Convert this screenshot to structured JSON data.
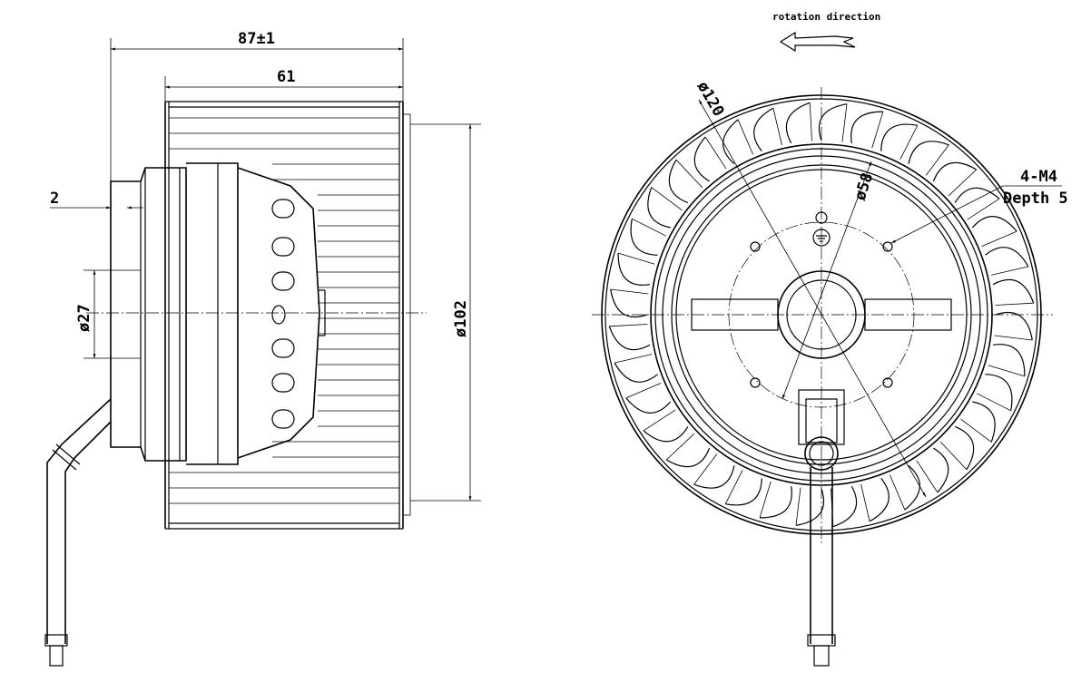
{
  "side_view": {
    "overall_length": "87±1",
    "impeller_length": "61",
    "flange_offset": "2",
    "hub_diameter": "ø27",
    "impeller_diameter": "ø102"
  },
  "front_view": {
    "rotation_label": "rotation direction",
    "outer_diameter": "ø120",
    "bolt_circle": "ø58",
    "hole_spec": "4-M4",
    "hole_depth": "Depth 5"
  }
}
